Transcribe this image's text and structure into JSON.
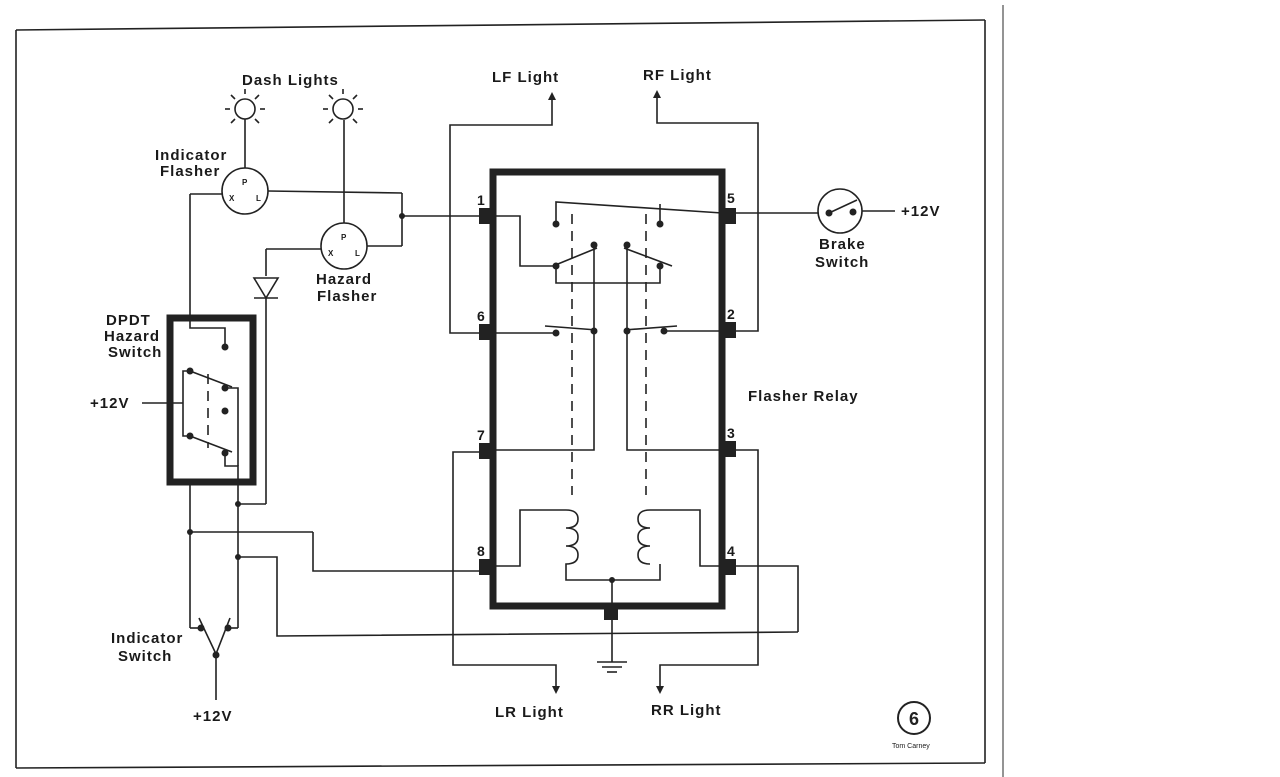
{
  "labels": {
    "dash_lights": "Dash Lights",
    "indicator_flasher_line1": "Indicator",
    "indicator_flasher_line2": "Flasher",
    "hazard_flasher_line1": "Hazard",
    "hazard_flasher_line2": "Flasher",
    "dpdt_line1": "DPDT",
    "dpdt_line2": "Hazard",
    "dpdt_line3": "Switch",
    "plus12v_left": "+12V",
    "plus12v_bottom": "+12V",
    "plus12v_right": "+12V",
    "indicator_switch_line1": "Indicator",
    "indicator_switch_line2": "Switch",
    "lf_light": "LF Light",
    "rf_light": "RF Light",
    "lr_light": "LR Light",
    "rr_light": "RR Light",
    "brake_switch_line1": "Brake",
    "brake_switch_line2": "Switch",
    "flasher_relay": "Flasher Relay",
    "figure_number": "6",
    "credit": "Tom Carney",
    "flasher_pin_p": "P",
    "flasher_pin_x": "X",
    "flasher_pin_l": "L"
  },
  "terminals": {
    "t1": "1",
    "t2": "2",
    "t3": "3",
    "t4": "4",
    "t5": "5",
    "t6": "6",
    "t7": "7",
    "t8": "8"
  },
  "colors": {
    "ink": "#222222",
    "paper": "#ffffff"
  }
}
